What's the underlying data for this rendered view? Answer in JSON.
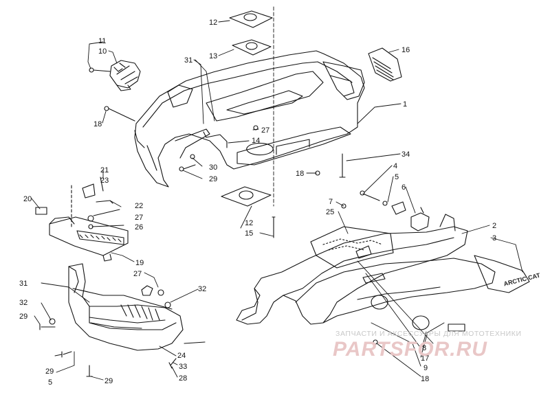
{
  "diagram": {
    "callouts": [
      {
        "id": "c11a",
        "text": "11"
      },
      {
        "id": "c10",
        "text": "10"
      },
      {
        "id": "c31a",
        "text": "31"
      },
      {
        "id": "c18a",
        "text": "18"
      },
      {
        "id": "c12a",
        "text": "12"
      },
      {
        "id": "c13",
        "text": "13"
      },
      {
        "id": "c16",
        "text": "16"
      },
      {
        "id": "c1",
        "text": "1"
      },
      {
        "id": "c27a",
        "text": "27"
      },
      {
        "id": "c14",
        "text": "14"
      },
      {
        "id": "c30",
        "text": "30"
      },
      {
        "id": "c29a",
        "text": "29"
      },
      {
        "id": "c18b",
        "text": "18"
      },
      {
        "id": "c34",
        "text": "34"
      },
      {
        "id": "c4",
        "text": "4"
      },
      {
        "id": "c5a",
        "text": "5"
      },
      {
        "id": "c6",
        "text": "6"
      },
      {
        "id": "c21",
        "text": "21"
      },
      {
        "id": "c23",
        "text": "23"
      },
      {
        "id": "c20",
        "text": "20"
      },
      {
        "id": "c22",
        "text": "22"
      },
      {
        "id": "c27b",
        "text": "27"
      },
      {
        "id": "c26",
        "text": "26"
      },
      {
        "id": "c12b",
        "text": "12"
      },
      {
        "id": "c15",
        "text": "15"
      },
      {
        "id": "c7",
        "text": "7"
      },
      {
        "id": "c25",
        "text": "25"
      },
      {
        "id": "c2",
        "text": "2"
      },
      {
        "id": "c3",
        "text": "3"
      },
      {
        "id": "c19",
        "text": "19"
      },
      {
        "id": "c27c",
        "text": "27"
      },
      {
        "id": "c31b",
        "text": "31"
      },
      {
        "id": "c32a",
        "text": "32"
      },
      {
        "id": "c32b",
        "text": "32"
      },
      {
        "id": "c29b",
        "text": "29"
      },
      {
        "id": "c24",
        "text": "24"
      },
      {
        "id": "c29c",
        "text": "29"
      },
      {
        "id": "c33",
        "text": "33"
      },
      {
        "id": "c5b",
        "text": "5"
      },
      {
        "id": "c28",
        "text": "28"
      },
      {
        "id": "c29d",
        "text": "29"
      },
      {
        "id": "c8",
        "text": "8"
      },
      {
        "id": "c17",
        "text": "17"
      },
      {
        "id": "c9",
        "text": "9"
      },
      {
        "id": "c18c",
        "text": "18"
      }
    ],
    "badge_text": "ARCTIC CAT",
    "watermark": {
      "top": "ЗАПЧАСТИ И АКСЕССУАРЫ ДЛЯ МОТОТЕХНИКИ",
      "big": "PARTSFOR.RU"
    },
    "colors": {
      "line": "#111111",
      "watermark_text": "#c8c8c8",
      "watermark_logo": "#e9c7c7"
    }
  }
}
